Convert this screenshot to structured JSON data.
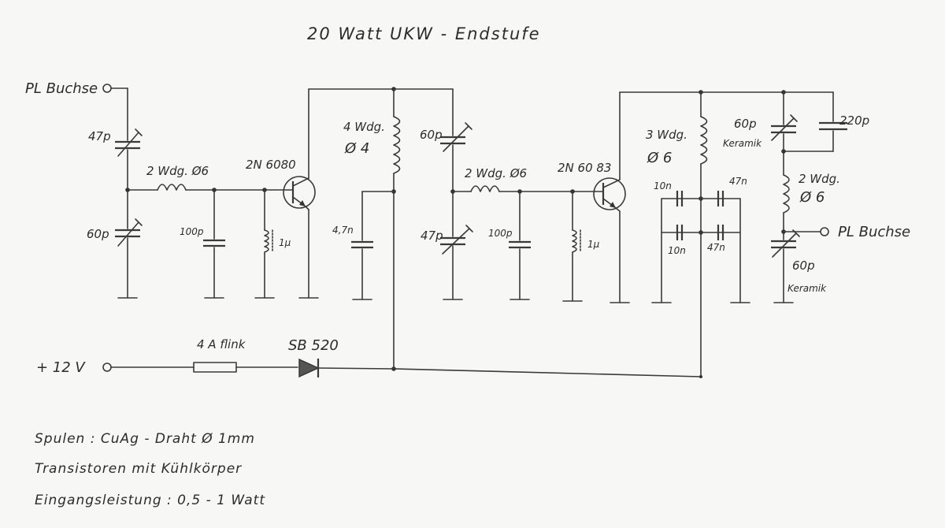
{
  "title": "20 Watt   UKW - Endstufe",
  "inputs": {
    "pl_in": "PL Buchse",
    "pl_out": "PL Buchse",
    "supply": "+ 12 V"
  },
  "stage1": {
    "c_in_trim": "47p",
    "c_shunt_trim": "60p",
    "coil": "2 Wdg. Ø6",
    "c_bypass": "100p",
    "choke": "1µ",
    "transistor": "2N 6080",
    "coil_collector_turns": "4 Wdg.",
    "coil_collector_dia": "Ø 4",
    "c_decouple": "4,7n"
  },
  "stage2": {
    "c_series_trim": "60p",
    "c_shunt_trim": "47p",
    "coil": "2 Wdg. Ø6",
    "c_bypass": "100p",
    "choke": "1µ",
    "transistor": "2N 60 83",
    "coil_collector_turns": "3 Wdg.",
    "coil_collector_dia": "Ø 6",
    "c_10n_top": "10n",
    "c_47n_top": "47n",
    "c_10n_bottom": "10n",
    "c_47n_bottom": "47n"
  },
  "output": {
    "c_trim_top": "60p",
    "c_trim_top_type": "Keramik",
    "c_fixed": "220p",
    "coil_turns": "2 Wdg.",
    "coil_dia": "Ø 6",
    "c_trim_bottom": "60p",
    "c_trim_bottom_type": "Keramik"
  },
  "supply": {
    "fuse": "4 A flink",
    "diode": "SB 520"
  },
  "notes": [
    "Spulen : CuAg - Draht Ø 1mm",
    "Transistoren  mit Kühlkörper",
    "Eingangsleistung  :  0,5 - 1 Watt"
  ]
}
